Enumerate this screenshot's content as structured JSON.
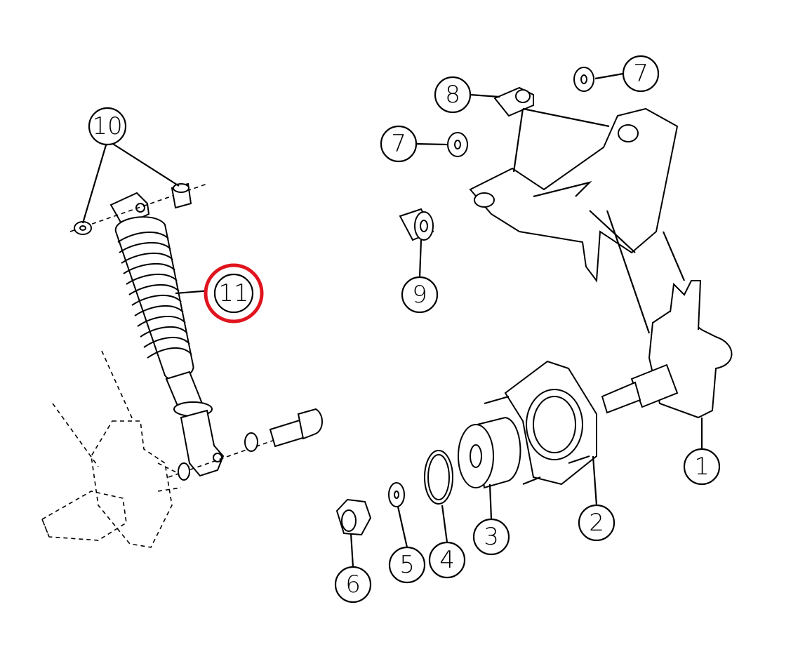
{
  "diagram": {
    "type": "exploded-parts-diagram",
    "highlight_color": "#e0141e",
    "callouts": {
      "c1": "1",
      "c2": "2",
      "c3": "3",
      "c4": "4",
      "c5": "5",
      "c6": "6",
      "c7a": "7",
      "c7b": "7",
      "c8": "8",
      "c9": "9",
      "c10": "10",
      "c11": "11"
    },
    "highlighted_callout": "11"
  }
}
